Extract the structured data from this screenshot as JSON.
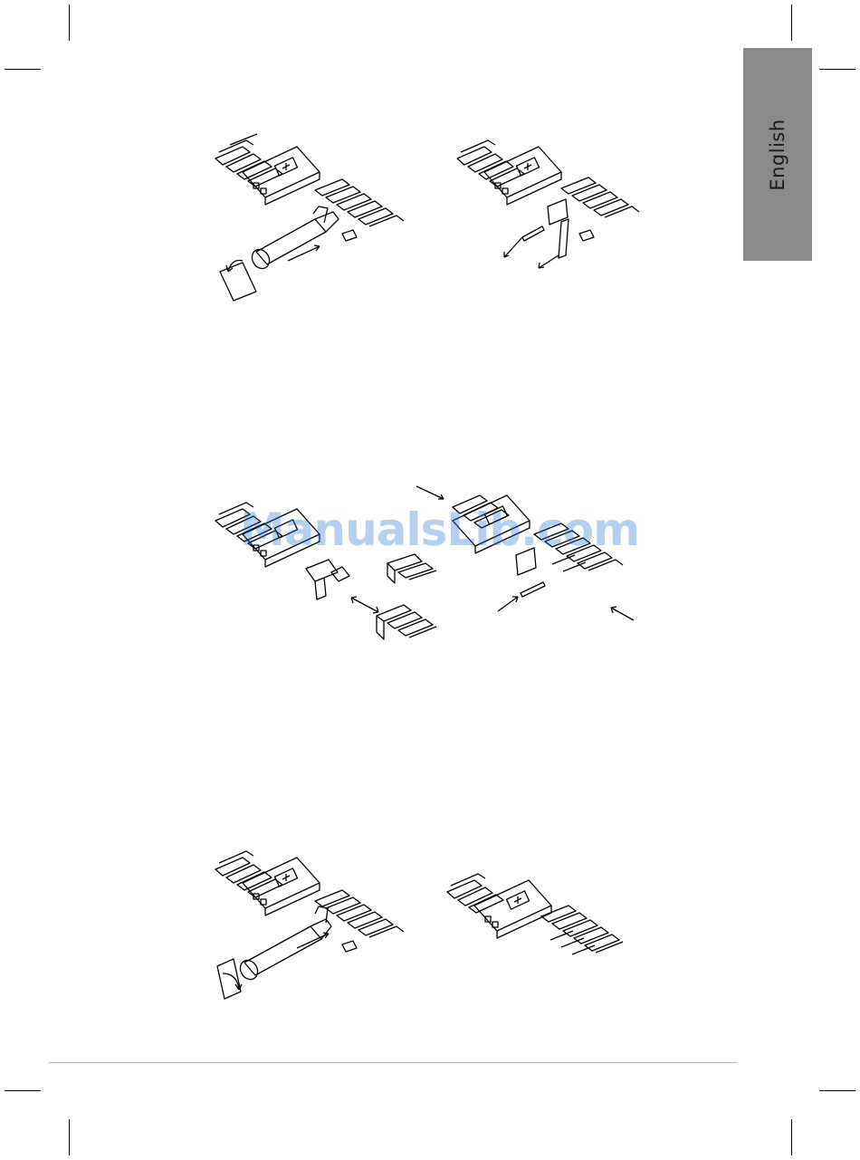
{
  "sidebar_tab": {
    "label": "English",
    "color": "#8a8a8a"
  },
  "watermark": {
    "text": "ManualsLib.com",
    "color": "#1e6fd0"
  },
  "figures": [
    {
      "id": "fig-1",
      "icon": "bracelet-with-tool-icon"
    },
    {
      "id": "fig-2",
      "icon": "bracelet-pin-removed-icon"
    },
    {
      "id": "fig-3",
      "icon": "bracelet-links-separated-icon"
    },
    {
      "id": "fig-4",
      "icon": "bracelet-pin-insert-icon"
    },
    {
      "id": "fig-5",
      "icon": "bracelet-with-tool-icon"
    },
    {
      "id": "fig-6",
      "icon": "bracelet-assembled-icon"
    }
  ]
}
